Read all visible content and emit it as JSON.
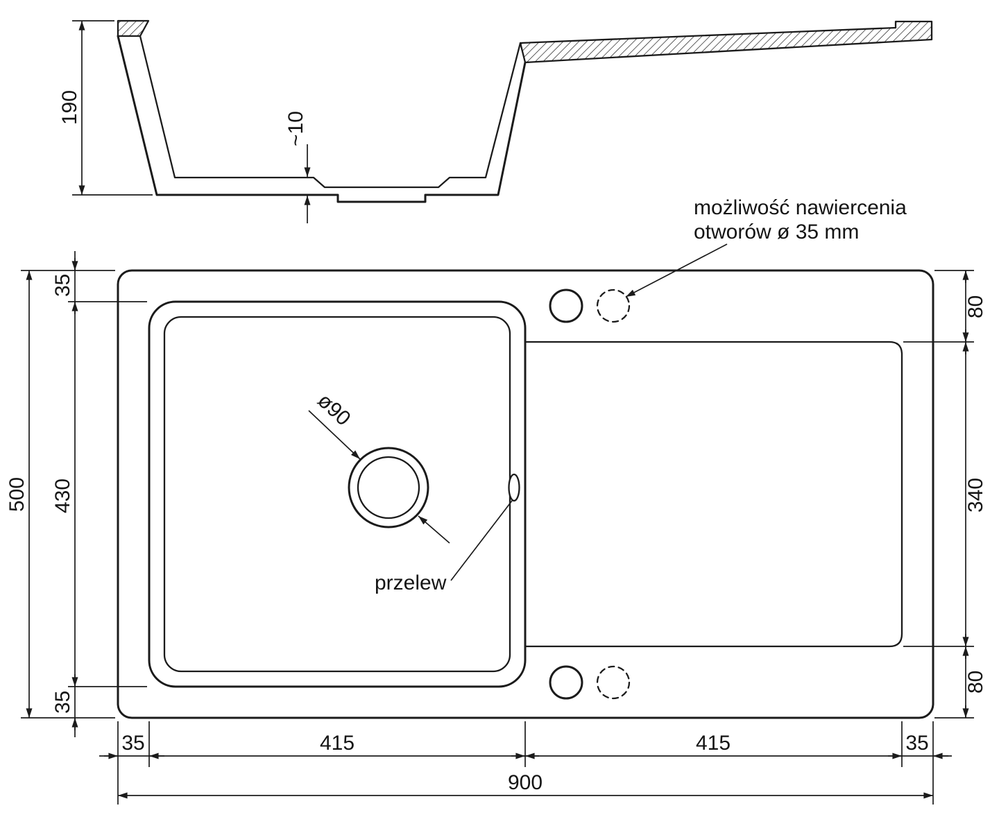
{
  "side_view": {
    "dim_height": "190",
    "dim_bottom_thickness": "~10"
  },
  "plan_view": {
    "note_line1": "możliwość nawiercenia",
    "note_line2": "otworów ø 35 mm",
    "drain_label": "ø90",
    "overflow_label": "przelew",
    "dims": {
      "total_width": "900",
      "total_depth": "500",
      "left_margin": "35",
      "basin_width": "415",
      "drainer_width": "415",
      "right_margin": "35",
      "top_margin": "35",
      "basin_depth": "430",
      "bottom_margin": "35",
      "hole_top_offset": "80",
      "drainer_depth": "340",
      "hole_bottom_offset": "80"
    }
  },
  "colors": {
    "line": "#1b1b1b",
    "background": "#ffffff"
  }
}
